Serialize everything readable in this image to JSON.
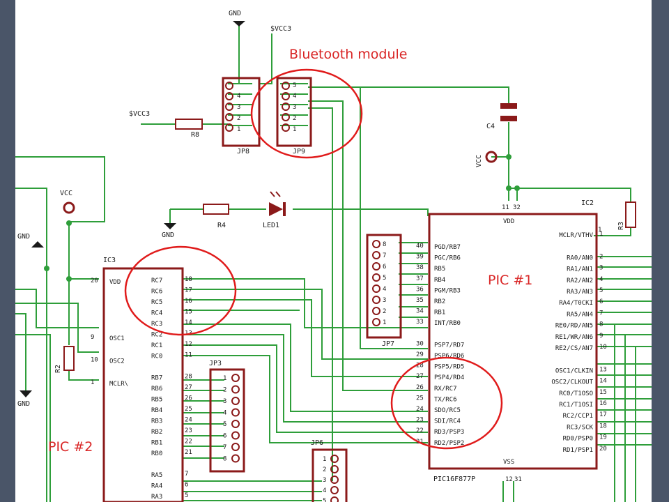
{
  "annotations": {
    "bluetooth": "Bluetooth module",
    "pic1": "PIC #1",
    "pic2": "PIC #2"
  },
  "labels": {
    "gnd": "GND",
    "svcc3": "$VCC3",
    "vcc": "VCC",
    "r8": "R8",
    "r4": "R4",
    "r3": "R3",
    "r2": "R2",
    "c4": "C4",
    "led1": "LED1",
    "jp8": "JP8",
    "jp9": "JP9",
    "jp7": "JP7",
    "jp3": "JP3",
    "jp6": "JP6",
    "ic2": "IC2",
    "ic3": "IC3",
    "vdd": "VDD",
    "vss": "VSS",
    "pic16f877p": "PIC16F877P"
  },
  "ic2": {
    "left_pins": [
      {
        "name": "PGD/RB7",
        "num": "40"
      },
      {
        "name": "PGC/RB6",
        "num": "39"
      },
      {
        "name": "RB5",
        "num": "38"
      },
      {
        "name": "RB4",
        "num": "37"
      },
      {
        "name": "PGM/RB3",
        "num": "36"
      },
      {
        "name": "RB2",
        "num": "35"
      },
      {
        "name": "RB1",
        "num": "34"
      },
      {
        "name": "INT/RB0",
        "num": "33"
      },
      {
        "name": "",
        "num": ""
      },
      {
        "name": "PSP7/RD7",
        "num": "30"
      },
      {
        "name": "PSP6/RD6",
        "num": "29"
      },
      {
        "name": "PSP5/RD5",
        "num": "28"
      },
      {
        "name": "PSP4/RD4",
        "num": "27"
      },
      {
        "name": "RX/RC7",
        "num": "26"
      },
      {
        "name": "TX/RC6",
        "num": "25"
      },
      {
        "name": "SDO/RC5",
        "num": "24"
      },
      {
        "name": "SDI/RC4",
        "num": "23"
      },
      {
        "name": "RD3/PSP3",
        "num": "22"
      },
      {
        "name": "RD2/PSP2",
        "num": "21"
      }
    ],
    "right_pins": [
      {
        "name": "MCLR/VTHV",
        "num": "1"
      },
      {
        "name": "",
        "num": ""
      },
      {
        "name": "RA0/AN0",
        "num": "2"
      },
      {
        "name": "RA1/AN1",
        "num": "3"
      },
      {
        "name": "RA2/AN2",
        "num": "4"
      },
      {
        "name": "RA3/AN3",
        "num": "5"
      },
      {
        "name": "RA4/T0CKI",
        "num": "6"
      },
      {
        "name": "RA5/AN4",
        "num": "7"
      },
      {
        "name": "RE0/RD/AN5",
        "num": "8"
      },
      {
        "name": "RE1/WR/AN6",
        "num": "9"
      },
      {
        "name": "RE2/CS/AN7",
        "num": "10"
      },
      {
        "name": "",
        "num": ""
      },
      {
        "name": "OSC1/CLKIN",
        "num": "13"
      },
      {
        "name": "OSC2/CLKOUT",
        "num": "14"
      },
      {
        "name": "RC0/T1OSO",
        "num": "15"
      },
      {
        "name": "RC1/T1OSI",
        "num": "16"
      },
      {
        "name": "RC2/CCP1",
        "num": "17"
      },
      {
        "name": "RC3/SCK",
        "num": "18"
      },
      {
        "name": "RD0/PSP0",
        "num": "19"
      },
      {
        "name": "RD1/PSP1",
        "num": "20"
      }
    ]
  },
  "ic3": {
    "left_pins": [
      {
        "name": "VDD",
        "num": "20"
      },
      {
        "name": "",
        "num": ""
      },
      {
        "name": "",
        "num": ""
      },
      {
        "name": "",
        "num": ""
      },
      {
        "name": "",
        "num": ""
      },
      {
        "name": "OSC1",
        "num": "9"
      },
      {
        "name": "",
        "num": ""
      },
      {
        "name": "OSC2",
        "num": "10"
      },
      {
        "name": "",
        "num": ""
      },
      {
        "name": "MCLR\\",
        "num": "1"
      }
    ],
    "right_pins": [
      {
        "name": "RC7",
        "num": "18"
      },
      {
        "name": "RC6",
        "num": "17"
      },
      {
        "name": "RC5",
        "num": "16"
      },
      {
        "name": "RC4",
        "num": "15"
      },
      {
        "name": "RC3",
        "num": "14"
      },
      {
        "name": "RC2",
        "num": "13"
      },
      {
        "name": "RC1",
        "num": "12"
      },
      {
        "name": "RC0",
        "num": "11"
      },
      {
        "name": "",
        "num": ""
      },
      {
        "name": "RB7",
        "num": "28"
      },
      {
        "name": "RB6",
        "num": "27"
      },
      {
        "name": "RB5",
        "num": "26"
      },
      {
        "name": "RB4",
        "num": "25"
      },
      {
        "name": "RB3",
        "num": "24"
      },
      {
        "name": "RB2",
        "num": "23"
      },
      {
        "name": "RB1",
        "num": "22"
      },
      {
        "name": "RB0",
        "num": "21"
      },
      {
        "name": "",
        "num": ""
      },
      {
        "name": "RA5",
        "num": "7"
      },
      {
        "name": "RA4",
        "num": "6"
      },
      {
        "name": "RA3",
        "num": "5"
      }
    ]
  },
  "jp7_pins": [
    "8",
    "7",
    "6",
    "5",
    "4",
    "3",
    "2",
    "1"
  ],
  "jp3_pins": [
    "1",
    "2",
    "3",
    "4",
    "5",
    "6",
    "7",
    "8"
  ],
  "jp6_pins": [
    "1",
    "2",
    "3",
    "4",
    "5"
  ]
}
